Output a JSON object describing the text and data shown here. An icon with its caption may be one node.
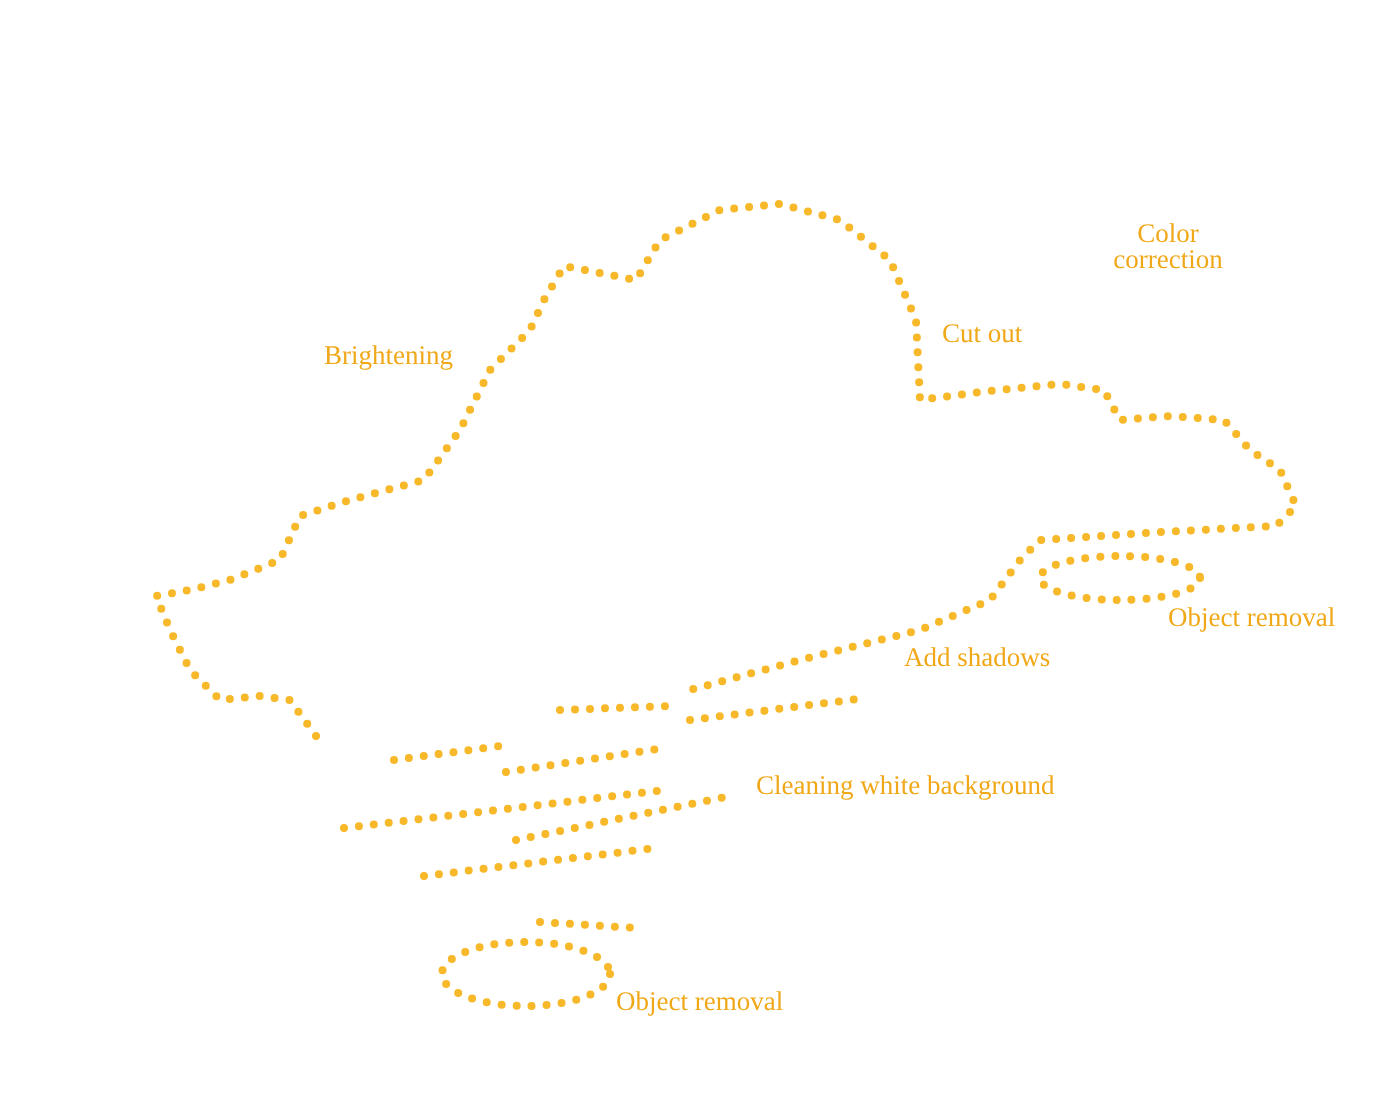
{
  "diagram": {
    "labels": [
      "Color correction",
      "Cut out",
      "Brightening",
      "Object removal",
      "Add shadows",
      "Cleaning white background",
      "Object removal"
    ]
  }
}
